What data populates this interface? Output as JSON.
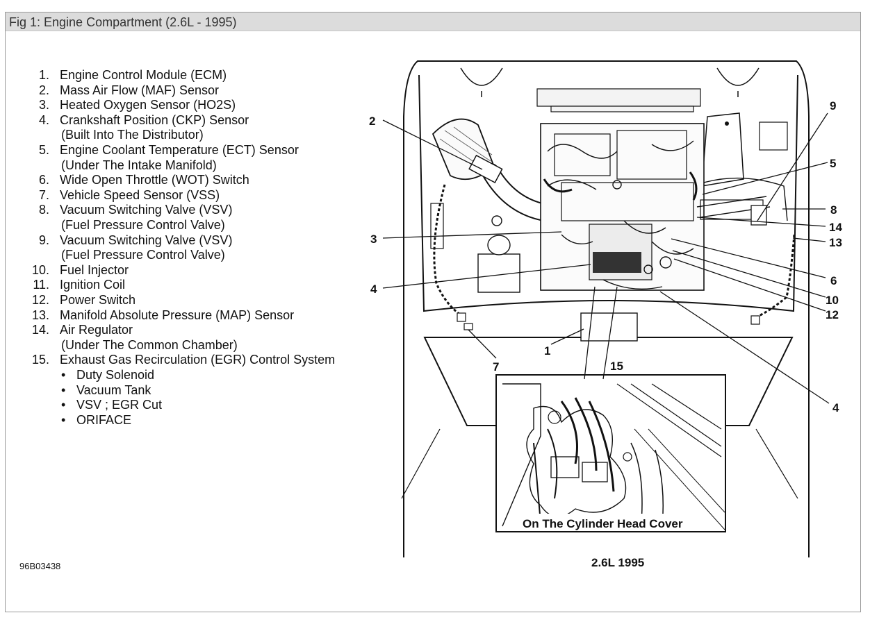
{
  "window": {
    "title": "Fig 1: Engine Compartment (2.6L - 1995)"
  },
  "legend": [
    {
      "num": "1.",
      "text": "Engine Control Module (ECM)"
    },
    {
      "num": "2.",
      "text": "Mass Air Flow (MAF) Sensor"
    },
    {
      "num": "3.",
      "text": "Heated Oxygen Sensor (HO2S)"
    },
    {
      "num": "4.",
      "text": "Crankshaft Position (CKP) Sensor",
      "sub": "(Built Into The Distributor)"
    },
    {
      "num": "5.",
      "text": "Engine Coolant Temperature (ECT) Sensor",
      "sub": "(Under The Intake Manifold)"
    },
    {
      "num": "6.",
      "text": "Wide Open Throttle (WOT) Switch"
    },
    {
      "num": "7.",
      "text": "Vehicle Speed Sensor (VSS)"
    },
    {
      "num": "8.",
      "text": "Vacuum Switching Valve (VSV)",
      "sub": "(Fuel Pressure Control Valve)"
    },
    {
      "num": "9.",
      "text": "Vacuum Switching Valve (VSV)",
      "sub": "(Fuel Pressure Control Valve)"
    },
    {
      "num": "10.",
      "text": "Fuel Injector"
    },
    {
      "num": "11.",
      "text": "Ignition Coil"
    },
    {
      "num": "12.",
      "text": "Power Switch"
    },
    {
      "num": "13.",
      "text": "Manifold Absolute Pressure (MAP) Sensor"
    },
    {
      "num": "14.",
      "text": "Air Regulator",
      "sub": "(Under The Common Chamber)"
    },
    {
      "num": "15.",
      "text": "Exhaust Gas Recirculation (EGR) Control System",
      "bullets": [
        "Duty Solenoid",
        "Vacuum Tank",
        "VSV ; EGR Cut",
        "ORIFACE"
      ]
    }
  ],
  "bullet_glyph": "•",
  "diagram": {
    "callouts": [
      "1",
      "2",
      "3",
      "4",
      "5",
      "6",
      "7",
      "8",
      "9",
      "10",
      "12",
      "13",
      "14",
      "15",
      "4"
    ],
    "inset_caption": "On The Cylinder Head Cover",
    "caption": "2.6L 1995"
  },
  "doc_id": "96B03438"
}
